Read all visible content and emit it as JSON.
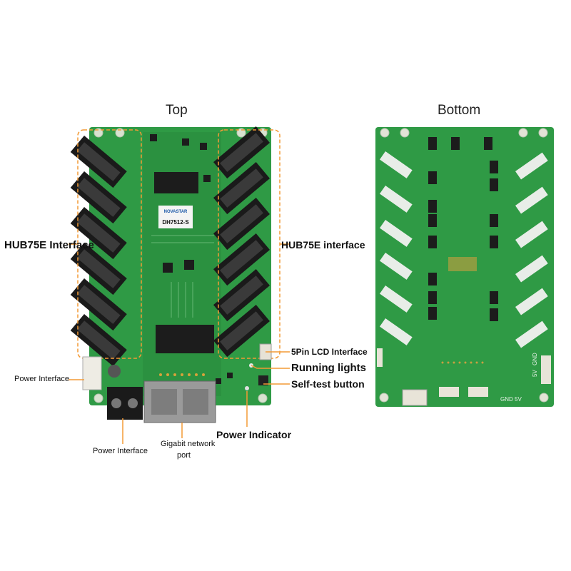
{
  "headings": {
    "top": "Top",
    "bottom": "Bottom"
  },
  "chip_text": {
    "brand": "NOVASTAR",
    "model": "DH7512-S"
  },
  "labels": {
    "hub75e_left": "HUB75E Interface",
    "hub75e_right": "HUB75E interface",
    "lcd_interface": "5Pin LCD Interface",
    "running_lights": "Running lights",
    "self_test": "Self-test button",
    "power_interface_side": "Power Interface",
    "power_interface_bottom": "Power Interface",
    "gigabit_port_line1": "Gigabit network",
    "gigabit_port_line2": "port",
    "power_indicator": "Power Indicator"
  },
  "bottom_board_text": {
    "gnd_5v": "GND 5V",
    "side_5v": "5V",
    "side_gnd": "GND"
  },
  "colors": {
    "pcb": "#2f9a45",
    "pcb_dark": "#1f7a34",
    "callout": "#f39a35",
    "connector": "#1a1a1a",
    "pin_white": "#e8ede8"
  }
}
